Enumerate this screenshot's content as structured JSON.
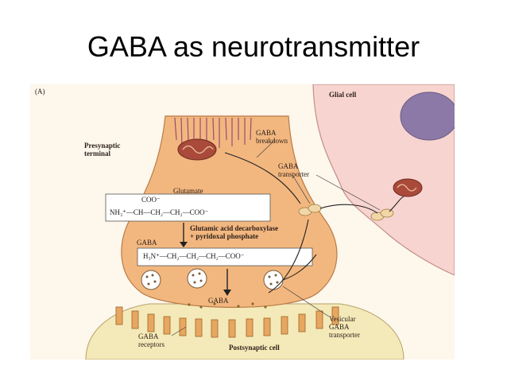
{
  "slide": {
    "title": "GABA as neurotransmitter"
  },
  "figure": {
    "panel_label": "(A)",
    "labels": {
      "glial_cell": "Glial cell",
      "presynaptic_line1": "Presynaptic",
      "presynaptic_line2": "terminal",
      "gaba_breakdown_line1": "GABA",
      "gaba_breakdown_line2": "breakdown",
      "gaba_transporter_line1": "GABA",
      "gaba_transporter_line2": "transporter",
      "glutamate": "Glutamate",
      "enzyme_line1": "Glutamic acid decarboxylase",
      "enzyme_line2": "+ pyridoxal phosphate",
      "gaba_top": "GABA",
      "gaba_cleft": "GABA",
      "gaba_receptors_line1": "GABA",
      "gaba_receptors_line2": "receptors",
      "postsynaptic": "Postsynaptic cell",
      "vesicular_line1": "Vesicular",
      "vesicular_line2": "GABA",
      "vesicular_line3": "transporter"
    },
    "formulas": {
      "glutamate_coo_top": "COO⁻",
      "glutamate_main": "NH₃⁺—CH—CH₂—CH₂—COO⁻",
      "gaba_main": "H₃N⁺—CH₂—CH₂—CH₂—COO⁻"
    },
    "colors": {
      "terminal": "#f2b77f",
      "terminal_dark": "#e39b5f",
      "glial": "#f7d4cf",
      "nucleus": "#8c79a8",
      "postsynaptic": "#f4e9b8",
      "receptor": "#e8a760",
      "mitochondrion": "#a94a3a"
    }
  }
}
